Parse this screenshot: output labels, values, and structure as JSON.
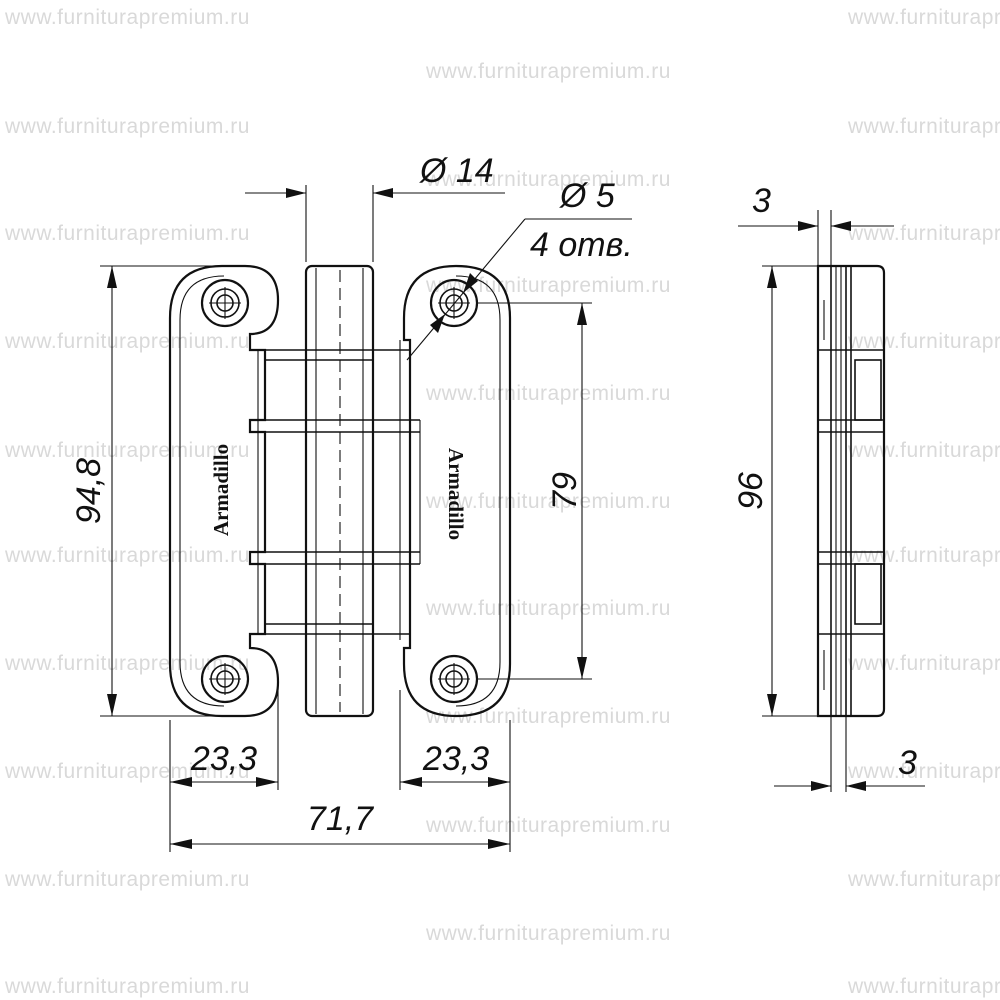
{
  "watermark": {
    "text": "www.furniturapremium.ru"
  },
  "dimensions": {
    "pin_diameter": "Ø 14",
    "hole_diameter": "Ø 5",
    "hole_count": "4 отв.",
    "plate_height": "94,8",
    "hole_spacing": "79",
    "total_height": "96",
    "plate_width_left": "23,3",
    "plate_width_right": "23,3",
    "total_width": "71,7",
    "thickness_top": "3",
    "thickness_bottom": "3"
  },
  "brand": {
    "logo_text_left": "Armadillo",
    "logo_text_right": "Armadillo"
  }
}
